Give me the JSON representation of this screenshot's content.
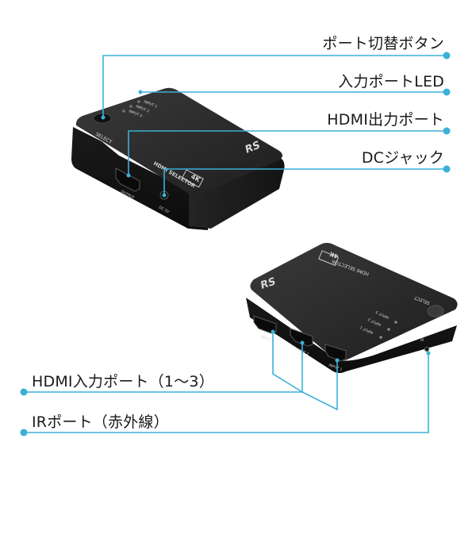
{
  "callouts": {
    "select_button": "ポート切替ボタン",
    "input_led": "入力ポートLED",
    "hdmi_out": "HDMI出力ポート",
    "dc_jack": "DCジャック",
    "hdmi_in": "HDMI入力ポート（1～3）",
    "ir_port": "IRポート（赤外線）"
  },
  "device_front": {
    "select": "SELECT",
    "input1": "INPUT 1",
    "input2": "INPUT 2",
    "input3": "INPUT 3",
    "logo": "RS",
    "badge": "4K",
    "product": "HDMI SELECTOR",
    "output": "OUTPUT",
    "dc": "DC 5V"
  },
  "device_back": {
    "select": "SELECT",
    "input1": "INPUT 1",
    "input2": "INPUT 2",
    "input3": "INPUT 3",
    "logo": "RS",
    "badge": "4K",
    "product": "HDMI SELECTOR",
    "port3": "INPUT 3",
    "port2": "INPUT 2",
    "port1": "INPUT 1",
    "ir": "IR"
  },
  "colors": {
    "callout_line": "#3bb0d8",
    "device_body": "#1c1c1c"
  }
}
